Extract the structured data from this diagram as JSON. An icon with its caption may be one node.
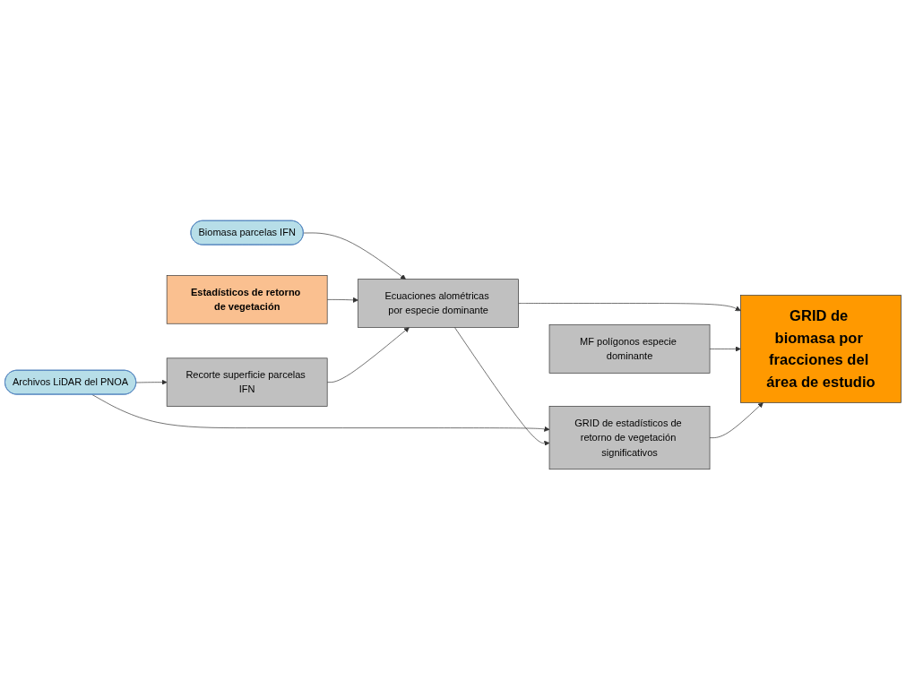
{
  "diagram": {
    "nodes": [
      {
        "text": [
          "Biomasa parcelas IFN"
        ]
      },
      {
        "text": [
          "Ecuaciones alométricas por especie dominante"
        ]
      },
      {
        "text": [
          "Estadísticos de retorno de vegetación"
        ]
      },
      {
        "text": [
          "Archivos LiDAR del PNOA"
        ]
      },
      {
        "text": [
          "Recorte superficie parcelas IFN"
        ]
      },
      {
        "text": [
          "MF polígonos especie dominante"
        ]
      },
      {
        "text": [
          "GRID de estadísticos de retorno de vegetación significativos"
        ]
      },
      {
        "text": [
          "GRID de biomasa por fracciones del área de estudio"
        ]
      }
    ],
    "edges": [
      {
        "from": 0,
        "to": 1,
        "arrow": "to"
      },
      {
        "from": 2,
        "to": 1,
        "arrow": "to"
      },
      {
        "from": 4,
        "to": 1,
        "arrow": "to"
      },
      {
        "from": 3,
        "to": 4,
        "arrow": "to"
      },
      {
        "from": 3,
        "to": 6,
        "arrow": "to"
      },
      {
        "from": 1,
        "to": 6,
        "arrow": "to"
      },
      {
        "from": 1,
        "to": 7,
        "arrow": "to"
      },
      {
        "from": 5,
        "to": 7,
        "arrow": "to"
      },
      {
        "from": 6,
        "to": 7,
        "arrow": "to"
      }
    ]
  }
}
